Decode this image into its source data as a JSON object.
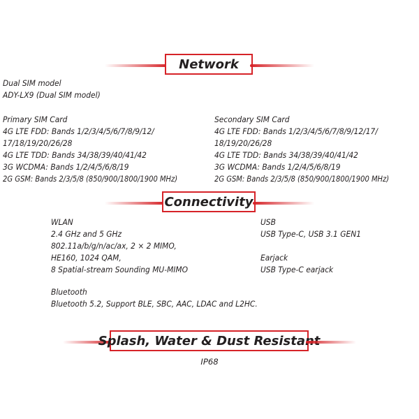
{
  "network": {
    "heading": "Network",
    "model_label": "Dual SIM model",
    "model_value": "ADY-LX9 (Dual SIM model)",
    "primary": {
      "title": "Primary SIM Card",
      "lines": [
        "4G LTE FDD: Bands 1/2/3/4/5/6/7/8/9/12/",
        "17/18/19/20/26/28",
        "4G LTE TDD: Bands 34/38/39/40/41/42",
        "3G WCDMA: Bands 1/2/4/5/6/8/19",
        "2G GSM: Bands 2/3/5/8 (850/900/1800/1900 MHz)"
      ]
    },
    "secondary": {
      "title": "Secondary SIM Card",
      "lines": [
        "4G LTE FDD: Bands 1/2/3/4/5/6/7/8/9/12/17/",
        "18/19/20/26/28",
        "4G LTE TDD: Bands 34/38/39/40/41/42",
        "3G WCDMA: Bands 1/2/4/5/6/8/19",
        "2G GSM: Bands 2/3/5/8 (850/900/1800/1900 MHz)"
      ]
    }
  },
  "connectivity": {
    "heading": "Connectivity",
    "wlan": {
      "title": "WLAN",
      "lines": [
        "2.4 GHz and 5 GHz",
        "802.11a/b/g/n/ac/ax, 2 × 2 MIMO,",
        "HE160, 1024 QAM,",
        "8 Spatial-stream Sounding MU-MIMO"
      ]
    },
    "usb": {
      "title": "USB",
      "value": "USB Type-C, USB 3.1 GEN1"
    },
    "earjack": {
      "title": "Earjack",
      "value": "USB Type-C earjack"
    },
    "bluetooth": {
      "title": "Bluetooth",
      "value": "Bluetooth 5.2, Support BLE, SBC, AAC, LDAC and L2HC."
    }
  },
  "resistance": {
    "heading": "Splash, Water & Dust Resistant",
    "value": "IP68"
  },
  "colors": {
    "accent": "#d62328",
    "text": "#231f20"
  }
}
